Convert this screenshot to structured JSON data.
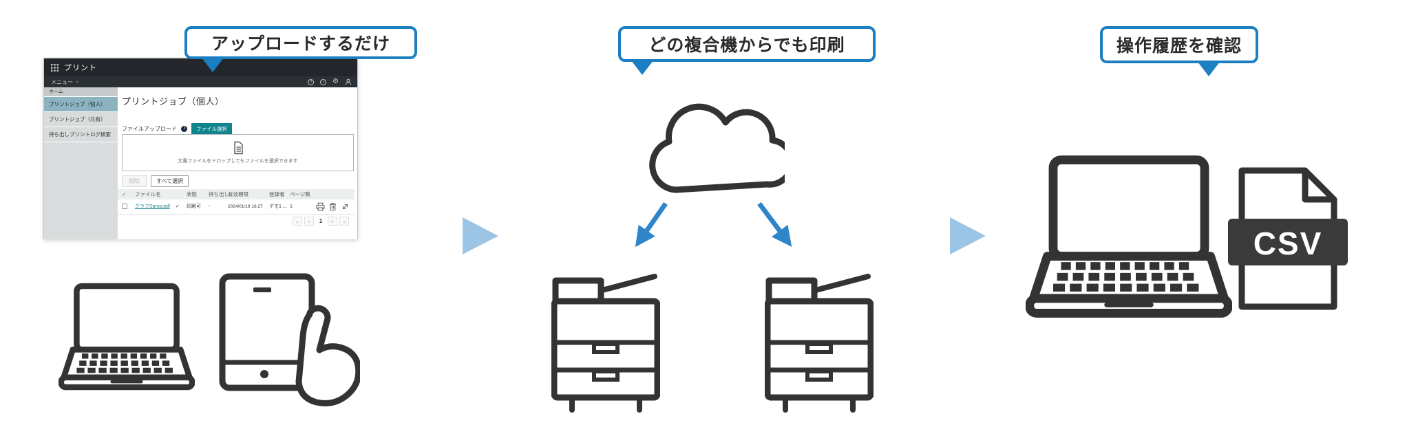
{
  "callouts": [
    {
      "label": "アップロードするだけ"
    },
    {
      "label": "どの複合機からでも印刷"
    },
    {
      "label": "操作履歴を確認"
    }
  ],
  "app": {
    "title": "プリント",
    "menu": {
      "label": "メニュー"
    },
    "sidebar": {
      "home": "ホーム",
      "items": [
        {
          "label": "プリントジョブ（個人）",
          "selected": true
        },
        {
          "label": "プリントジョブ（共有）",
          "selected": false
        },
        {
          "label": "持ち出しプリントログ検索",
          "selected": false
        }
      ]
    },
    "main": {
      "heading": "プリントジョブ（個人）",
      "upload_label": "ファイルアップロード",
      "file_select_button": "ファイル選択",
      "dropzone_text": "文書ファイルをドロップしてもファイルを選択できます",
      "delete_button": "削除",
      "select_all_button": "すべて選択",
      "table": {
        "headers": [
          "ファイル名",
          "状態",
          "持ち出し",
          "有効期限",
          "登録者",
          "ページ数"
        ],
        "rows": [
          {
            "file": "グラフSamp.pdf",
            "status": "印刷可",
            "carry_out": "-",
            "expiry": "2024/01/19 16:27",
            "registrant": "デモ1 ...",
            "pages": "1"
          }
        ]
      },
      "pagination": {
        "first": "«",
        "prev": "<",
        "page": "1",
        "next": ">",
        "last": "»"
      }
    }
  },
  "csv": {
    "label": "CSV"
  },
  "icons": {
    "chevron_down": "∨",
    "help": "?",
    "info": "i",
    "gear": "⚙",
    "check": "✓"
  },
  "colors": {
    "callout_border_blue": "#1b7fc2",
    "flow_arrow_blue": "#9cc4e4",
    "cloud_arrow_blue": "#2e86c8",
    "line_art_dark": "#333333",
    "app_header_dark": "#23272b",
    "sidebar_selected_teal": "#8cb3c0",
    "button_teal": "#0e848c",
    "link_teal": "#1e8e96",
    "status_check_green": "#2fa05a",
    "csv_band_dark": "#3a3a3a"
  }
}
